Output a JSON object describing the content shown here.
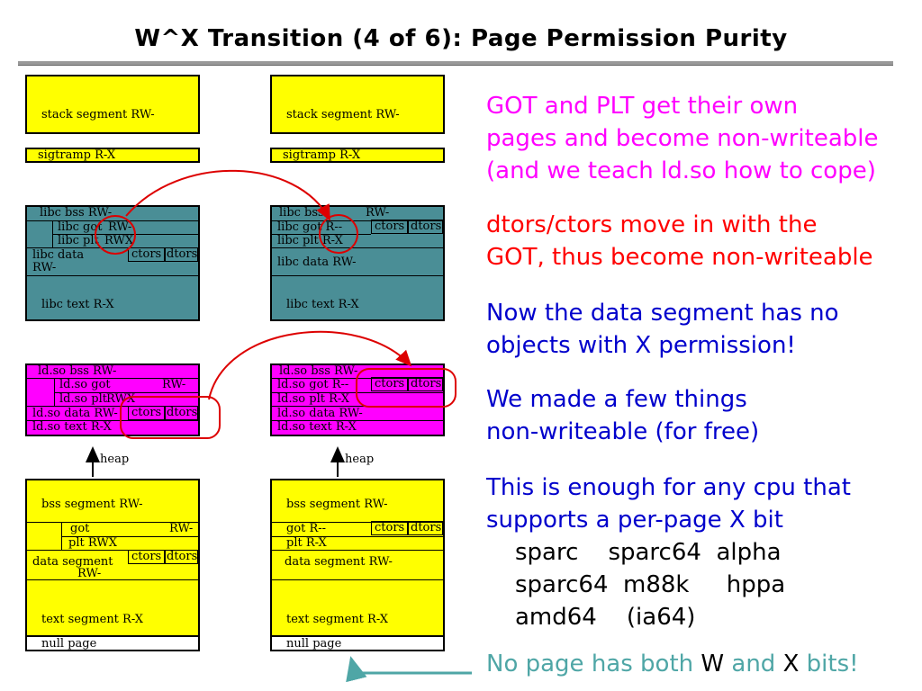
{
  "title": "W^X Transition (4 of 6): Page Permission Purity",
  "left": {
    "stack": "stack segment RW-",
    "sigtramp": "sigtramp R-X",
    "libc_bss": "libc bss RW-",
    "libc_got": "libc got",
    "libc_got_perm": "RW-",
    "libc_plt": "libc plt",
    "libc_plt_perm": "RWX",
    "libc_data": "libc data",
    "libc_data_perm": "RW-",
    "ctors": "ctors",
    "dtors": "dtors",
    "libc_text": "libc text R-X",
    "ldso_bss": "ld.so bss RW-",
    "ldso_got": "ld.so got",
    "ldso_got_perm": "RW-",
    "ldso_plt": "ld.so plt",
    "ldso_plt_perm": "RWX",
    "ldso_data": "ld.so data RW-",
    "ldso_text": "ld.so text  R-X",
    "heap": "heap",
    "bss": "bss segment RW-",
    "got": "got",
    "got_perm": "RW-",
    "plt": "plt  RWX",
    "data_seg": "data segment",
    "data_seg_perm": "RW-",
    "text_seg": "text segment R-X",
    "null_page": "null page"
  },
  "right": {
    "stack": "stack segment RW-",
    "sigtramp": "sigtramp R-X",
    "libc_bss": "libc bss",
    "libc_bss_perm": "RW-",
    "libc_got": "libc got   R--",
    "libc_plt": "libc plt    R-X",
    "libc_data": "libc data RW-",
    "ctors": "ctors",
    "dtors": "dtors",
    "libc_text": "libc text R-X",
    "ldso_bss": "ld.so bss RW-",
    "ldso_got": "ld.so got  R--",
    "ldso_plt": "ld.so plt   R-X",
    "ldso_data": "ld.so data RW-",
    "ldso_text": "ld.so text  R-X",
    "heap": "heap",
    "bss": "bss segment RW-",
    "got": "got  R--",
    "plt": "plt   R-X",
    "data_seg": "data segment RW-",
    "text_seg": "text segment R-X",
    "null_page": "null page"
  },
  "bullets": {
    "b1": [
      "GOT and PLT get their own",
      "pages and become non-writeable",
      "(and we teach ld.so how to cope)"
    ],
    "b2": [
      "dtors/ctors move in with the",
      "GOT, thus become non-writeable"
    ],
    "b3": [
      "Now the data segment has no",
      "objects with X permission!"
    ],
    "b4": [
      "We made a few things",
      "non-writeable (for free)"
    ],
    "b5": [
      "This is enough for any cpu that",
      "supports a per-page X bit"
    ],
    "cpus": [
      "sparc    sparc64  alpha",
      "sparc64  m88k     hppa",
      "amd64    (ia64)"
    ],
    "last": {
      "p1": "No page has both ",
      "w": "W",
      "p2": " and ",
      "x": "X",
      "p3": " bits!"
    }
  },
  "colors": {
    "yellow": "#ffff00",
    "teal": "#4a8e96",
    "magenta": "#ff00ff",
    "red": "#ff0000",
    "blue": "#0000cc",
    "pink": "#ff00ff",
    "tealtext": "#4fa6a6"
  }
}
